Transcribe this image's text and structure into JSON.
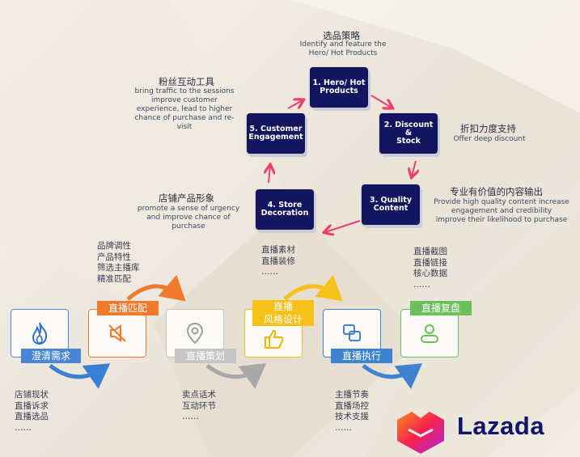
{
  "cycle": {
    "top": {
      "zh": "选品策略",
      "en": [
        "Identify and feature the",
        "Hero/ Hot Products"
      ]
    },
    "boxes": [
      {
        "label": [
          "1. Hero/ Hot",
          "Products"
        ]
      },
      {
        "label": [
          "2. Discount &",
          "Stock"
        ]
      },
      {
        "label": [
          "3. Quality",
          "Content"
        ]
      },
      {
        "label": [
          "4. Store",
          "Decoration"
        ]
      },
      {
        "label": [
          "5. Customer",
          "Engagement"
        ]
      }
    ],
    "discount": {
      "zh": "折扣力度支持",
      "en": "Offer deep discount"
    },
    "content": {
      "zh": "专业有价值的内容输出",
      "en": [
        "Provide high quality content increase",
        "engagement and credibility",
        "improve their likelihood to  purchase"
      ]
    },
    "store": {
      "zh": "店铺产品形象",
      "en": [
        "promote a sense  of urgency",
        "and improve chance of",
        "purchase"
      ]
    },
    "fans": {
      "zh": "粉丝互动工具",
      "en": [
        "bring traffic to the sessions",
        "improve customer",
        "experience,  lead to higher",
        "chance of  purchase and re-",
        "visit"
      ]
    }
  },
  "process": {
    "steps": [
      {
        "name": "澄清需求",
        "icon": "fire-icon",
        "color": "#4a86d6"
      },
      {
        "name": "直播匹配",
        "icon": "muted-speaker-icon",
        "color": "#f07a2e"
      },
      {
        "name": "直播策划",
        "icon": "location-pin-icon",
        "color": "#c6c6c6"
      },
      {
        "name": "直播\n风格设计",
        "icon": "thumbs-up-icon",
        "color": "#f6c21a"
      },
      {
        "name": "直播执行",
        "icon": "layers-icon",
        "color": "#3e83cf"
      },
      {
        "name": "直播复盘",
        "icon": "user-icon",
        "color": "#6cc05b"
      }
    ],
    "notes_below": [
      [
        "店铺现状",
        "直播诉求",
        "直播选品",
        "……"
      ],
      [
        "卖点话术",
        "互动环节",
        "……"
      ],
      [
        "主播节奏",
        "直播场控",
        "技术支援",
        "……"
      ]
    ],
    "notes_above": [
      [
        "品牌调性",
        "产品特性",
        "筛选主播库",
        "精准匹配"
      ],
      [
        "直播素材",
        "直播装修",
        "……"
      ],
      [
        "直播截图",
        "直播链接",
        "核心数据",
        "……"
      ]
    ]
  },
  "logo": {
    "text": "Lazada",
    "colors": [
      "#f8204f",
      "#fc8a1e",
      "#a329e3"
    ]
  }
}
